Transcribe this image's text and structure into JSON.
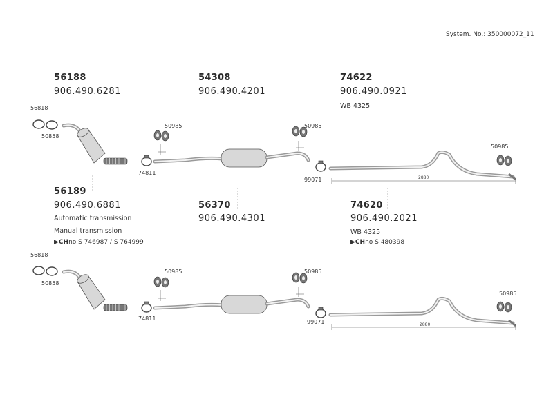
{
  "system_no": "System. No.: 350000072_11",
  "groups": {
    "front_upper": {
      "part_no": "56188",
      "oe_no": "906.490.6281"
    },
    "mid_upper": {
      "part_no": "54308",
      "oe_no": "906.490.4201"
    },
    "rear_upper": {
      "part_no": "74622",
      "oe_no": "906.490.0921",
      "note": "WB 4325"
    },
    "front_lower": {
      "part_no": "56189",
      "oe_no": "906.490.6881",
      "note1": "Automatic transmission",
      "note2": "Manual transmission",
      "ch_prefix": "CH",
      "ch_text": "no  S 746987 / S 764999"
    },
    "mid_lower": {
      "part_no": "56370",
      "oe_no": "906.490.4301"
    },
    "rear_lower": {
      "part_no": "74620",
      "oe_no": "906.490.2021",
      "note": "WB 4325",
      "ch_prefix": "CH",
      "ch_text": "no  S 480398"
    }
  },
  "callouts": {
    "upper": {
      "gasket": "56818",
      "ring": "50858",
      "clamp": "74811",
      "hanger_a": "50985",
      "hanger_b": "50985",
      "clamp_b": "99071",
      "hanger_c": "50985",
      "dimension": "2880"
    },
    "lower": {
      "gasket": "56818",
      "ring": "50858",
      "clamp": "74811",
      "hanger_a": "50985",
      "hanger_b": "50985",
      "clamp_b": "99071",
      "hanger_c": "50985",
      "dimension": "2880"
    }
  }
}
